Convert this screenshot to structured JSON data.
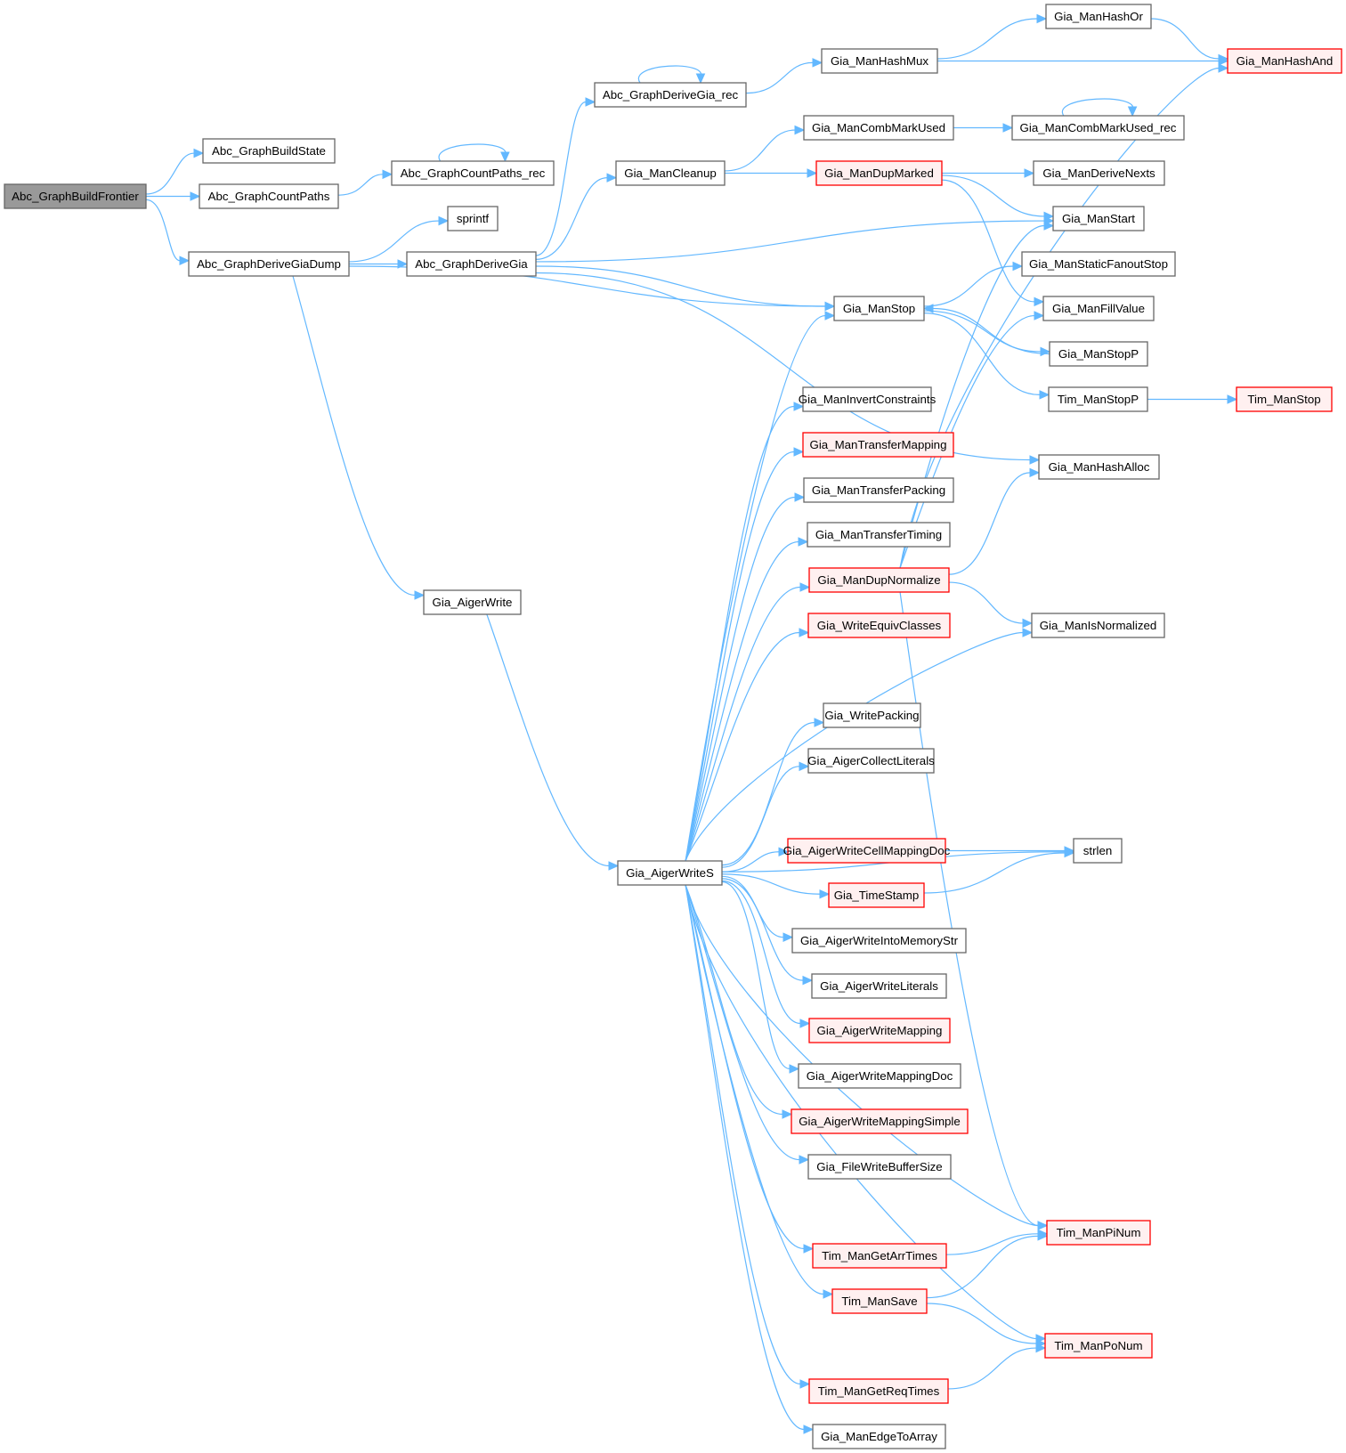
{
  "graph": {
    "title": "Call graph of Abc_GraphBuildFrontier",
    "colors": {
      "edge": "#63b8ff",
      "root_fill": "#999999",
      "root_stroke": "#666666",
      "normal_fill": "#ffffff",
      "normal_stroke": "#666666",
      "truncated_fill": "#fff0f0",
      "truncated_stroke": "#ff0000"
    },
    "nodes": [
      {
        "id": "Abc_GraphBuildFrontier",
        "label": "Abc_GraphBuildFrontier",
        "kind": "root"
      },
      {
        "id": "Abc_GraphBuildState",
        "label": "Abc_GraphBuildState",
        "kind": "normal"
      },
      {
        "id": "Abc_GraphCountPaths",
        "label": "Abc_GraphCountPaths",
        "kind": "normal"
      },
      {
        "id": "Abc_GraphCountPaths_rec",
        "label": "Abc_GraphCountPaths_rec",
        "kind": "normal"
      },
      {
        "id": "Abc_GraphDeriveGiaDump",
        "label": "Abc_GraphDeriveGiaDump",
        "kind": "normal"
      },
      {
        "id": "sprintf",
        "label": "sprintf",
        "kind": "normal"
      },
      {
        "id": "Abc_GraphDeriveGia",
        "label": "Abc_GraphDeriveGia",
        "kind": "normal"
      },
      {
        "id": "Abc_GraphDeriveGia_rec",
        "label": "Abc_GraphDeriveGia_rec",
        "kind": "normal"
      },
      {
        "id": "Gia_ManHashMux",
        "label": "Gia_ManHashMux",
        "kind": "normal"
      },
      {
        "id": "Gia_ManHashOr",
        "label": "Gia_ManHashOr",
        "kind": "normal"
      },
      {
        "id": "Gia_ManHashAnd",
        "label": "Gia_ManHashAnd",
        "kind": "truncated"
      },
      {
        "id": "Gia_ManCleanup",
        "label": "Gia_ManCleanup",
        "kind": "normal"
      },
      {
        "id": "Gia_ManCombMarkUsed",
        "label": "Gia_ManCombMarkUsed",
        "kind": "normal"
      },
      {
        "id": "Gia_ManCombMarkUsed_rec",
        "label": "Gia_ManCombMarkUsed_rec",
        "kind": "normal"
      },
      {
        "id": "Gia_ManDupMarked",
        "label": "Gia_ManDupMarked",
        "kind": "truncated"
      },
      {
        "id": "Gia_ManDeriveNexts",
        "label": "Gia_ManDeriveNexts",
        "kind": "normal"
      },
      {
        "id": "Gia_ManStart",
        "label": "Gia_ManStart",
        "kind": "normal"
      },
      {
        "id": "Gia_ManStaticFanoutStop",
        "label": "Gia_ManStaticFanoutStop",
        "kind": "normal"
      },
      {
        "id": "Gia_ManStop",
        "label": "Gia_ManStop",
        "kind": "normal"
      },
      {
        "id": "Gia_ManFillValue",
        "label": "Gia_ManFillValue",
        "kind": "normal"
      },
      {
        "id": "Gia_ManStopP",
        "label": "Gia_ManStopP",
        "kind": "normal"
      },
      {
        "id": "Tim_ManStopP",
        "label": "Tim_ManStopP",
        "kind": "normal"
      },
      {
        "id": "Tim_ManStop",
        "label": "Tim_ManStop",
        "kind": "truncated"
      },
      {
        "id": "Gia_ManHashAlloc",
        "label": "Gia_ManHashAlloc",
        "kind": "normal"
      },
      {
        "id": "Gia_AigerWrite",
        "label": "Gia_AigerWrite",
        "kind": "normal"
      },
      {
        "id": "Gia_AigerWriteS",
        "label": "Gia_AigerWriteS",
        "kind": "normal"
      },
      {
        "id": "Gia_ManInvertConstraints",
        "label": "Gia_ManInvertConstraints",
        "kind": "normal"
      },
      {
        "id": "Gia_ManTransferMapping",
        "label": "Gia_ManTransferMapping",
        "kind": "truncated"
      },
      {
        "id": "Gia_ManTransferPacking",
        "label": "Gia_ManTransferPacking",
        "kind": "normal"
      },
      {
        "id": "Gia_ManTransferTiming",
        "label": "Gia_ManTransferTiming",
        "kind": "normal"
      },
      {
        "id": "Gia_ManDupNormalize",
        "label": "Gia_ManDupNormalize",
        "kind": "truncated"
      },
      {
        "id": "Gia_WriteEquivClasses",
        "label": "Gia_WriteEquivClasses",
        "kind": "truncated"
      },
      {
        "id": "Gia_ManIsNormalized",
        "label": "Gia_ManIsNormalized",
        "kind": "normal"
      },
      {
        "id": "Gia_WritePacking",
        "label": "Gia_WritePacking",
        "kind": "normal"
      },
      {
        "id": "Gia_AigerCollectLiterals",
        "label": "Gia_AigerCollectLiterals",
        "kind": "normal"
      },
      {
        "id": "Gia_AigerWriteCellMappingDoc",
        "label": "Gia_AigerWriteCellMappingDoc",
        "kind": "truncated"
      },
      {
        "id": "strlen",
        "label": "strlen",
        "kind": "normal"
      },
      {
        "id": "Gia_TimeStamp",
        "label": "Gia_TimeStamp",
        "kind": "truncated"
      },
      {
        "id": "Gia_AigerWriteIntoMemoryStr",
        "label": "Gia_AigerWriteIntoMemoryStr",
        "kind": "normal"
      },
      {
        "id": "Gia_AigerWriteLiterals",
        "label": "Gia_AigerWriteLiterals",
        "kind": "normal"
      },
      {
        "id": "Gia_AigerWriteMapping",
        "label": "Gia_AigerWriteMapping",
        "kind": "truncated"
      },
      {
        "id": "Gia_AigerWriteMappingDoc",
        "label": "Gia_AigerWriteMappingDoc",
        "kind": "normal"
      },
      {
        "id": "Gia_AigerWriteMappingSimple",
        "label": "Gia_AigerWriteMappingSimple",
        "kind": "truncated"
      },
      {
        "id": "Gia_FileWriteBufferSize",
        "label": "Gia_FileWriteBufferSize",
        "kind": "normal"
      },
      {
        "id": "Tim_ManPiNum",
        "label": "Tim_ManPiNum",
        "kind": "truncated"
      },
      {
        "id": "Tim_ManGetArrTimes",
        "label": "Tim_ManGetArrTimes",
        "kind": "truncated"
      },
      {
        "id": "Tim_ManSave",
        "label": "Tim_ManSave",
        "kind": "truncated"
      },
      {
        "id": "Tim_ManPoNum",
        "label": "Tim_ManPoNum",
        "kind": "truncated"
      },
      {
        "id": "Tim_ManGetReqTimes",
        "label": "Tim_ManGetReqTimes",
        "kind": "truncated"
      },
      {
        "id": "Gia_ManEdgeToArray",
        "label": "Gia_ManEdgeToArray",
        "kind": "normal"
      }
    ],
    "edges": [
      [
        "Abc_GraphBuildFrontier",
        "Abc_GraphBuildState"
      ],
      [
        "Abc_GraphBuildFrontier",
        "Abc_GraphCountPaths"
      ],
      [
        "Abc_GraphBuildFrontier",
        "Abc_GraphDeriveGiaDump"
      ],
      [
        "Abc_GraphCountPaths",
        "Abc_GraphCountPaths_rec"
      ],
      [
        "Abc_GraphCountPaths_rec",
        "Abc_GraphCountPaths_rec"
      ],
      [
        "Abc_GraphDeriveGiaDump",
        "sprintf"
      ],
      [
        "Abc_GraphDeriveGiaDump",
        "Abc_GraphDeriveGia"
      ],
      [
        "Abc_GraphDeriveGiaDump",
        "Gia_ManStop"
      ],
      [
        "Abc_GraphDeriveGiaDump",
        "Gia_AigerWrite"
      ],
      [
        "Abc_GraphDeriveGia",
        "Abc_GraphDeriveGia_rec"
      ],
      [
        "Abc_GraphDeriveGia",
        "Gia_ManCleanup"
      ],
      [
        "Abc_GraphDeriveGia",
        "Gia_ManStart"
      ],
      [
        "Abc_GraphDeriveGia",
        "Gia_ManStop"
      ],
      [
        "Abc_GraphDeriveGia",
        "Gia_ManHashAlloc"
      ],
      [
        "Abc_GraphDeriveGia_rec",
        "Abc_GraphDeriveGia_rec"
      ],
      [
        "Abc_GraphDeriveGia_rec",
        "Gia_ManHashMux"
      ],
      [
        "Gia_ManHashMux",
        "Gia_ManHashOr"
      ],
      [
        "Gia_ManHashMux",
        "Gia_ManHashAnd"
      ],
      [
        "Gia_ManHashOr",
        "Gia_ManHashAnd"
      ],
      [
        "Gia_ManCleanup",
        "Gia_ManCombMarkUsed"
      ],
      [
        "Gia_ManCleanup",
        "Gia_ManDupMarked"
      ],
      [
        "Gia_ManCombMarkUsed",
        "Gia_ManCombMarkUsed_rec"
      ],
      [
        "Gia_ManCombMarkUsed_rec",
        "Gia_ManCombMarkUsed_rec"
      ],
      [
        "Gia_ManDupMarked",
        "Gia_ManDeriveNexts"
      ],
      [
        "Gia_ManDupMarked",
        "Gia_ManStart"
      ],
      [
        "Gia_ManDupMarked",
        "Gia_ManFillValue"
      ],
      [
        "Gia_ManStop",
        "Gia_ManStaticFanoutStop"
      ],
      [
        "Gia_ManStop",
        "Gia_ManStopP"
      ],
      [
        "Gia_ManStop",
        "Tim_ManStopP"
      ],
      [
        "Gia_ManStopP",
        "Gia_ManStop"
      ],
      [
        "Tim_ManStopP",
        "Tim_ManStop"
      ],
      [
        "Gia_AigerWrite",
        "Gia_AigerWriteS"
      ],
      [
        "Gia_AigerWriteS",
        "Gia_ManStop"
      ],
      [
        "Gia_AigerWriteS",
        "Gia_ManInvertConstraints"
      ],
      [
        "Gia_AigerWriteS",
        "Gia_ManTransferMapping"
      ],
      [
        "Gia_AigerWriteS",
        "Gia_ManTransferPacking"
      ],
      [
        "Gia_AigerWriteS",
        "Gia_ManTransferTiming"
      ],
      [
        "Gia_AigerWriteS",
        "Gia_ManDupNormalize"
      ],
      [
        "Gia_AigerWriteS",
        "Gia_WriteEquivClasses"
      ],
      [
        "Gia_AigerWriteS",
        "Gia_ManIsNormalized"
      ],
      [
        "Gia_AigerWriteS",
        "Gia_WritePacking"
      ],
      [
        "Gia_AigerWriteS",
        "Gia_AigerCollectLiterals"
      ],
      [
        "Gia_AigerWriteS",
        "strlen"
      ],
      [
        "Gia_AigerWriteS",
        "Gia_AigerWriteCellMappingDoc"
      ],
      [
        "Gia_AigerWriteS",
        "Gia_TimeStamp"
      ],
      [
        "Gia_AigerWriteS",
        "Gia_AigerWriteIntoMemoryStr"
      ],
      [
        "Gia_AigerWriteS",
        "Gia_AigerWriteLiterals"
      ],
      [
        "Gia_AigerWriteS",
        "Gia_AigerWriteMapping"
      ],
      [
        "Gia_AigerWriteS",
        "Gia_AigerWriteMappingDoc"
      ],
      [
        "Gia_AigerWriteS",
        "Gia_AigerWriteMappingSimple"
      ],
      [
        "Gia_AigerWriteS",
        "Gia_FileWriteBufferSize"
      ],
      [
        "Gia_AigerWriteS",
        "Tim_ManPiNum"
      ],
      [
        "Gia_AigerWriteS",
        "Tim_ManGetArrTimes"
      ],
      [
        "Gia_AigerWriteS",
        "Tim_ManSave"
      ],
      [
        "Gia_AigerWriteS",
        "Tim_ManPoNum"
      ],
      [
        "Gia_AigerWriteS",
        "Tim_ManGetReqTimes"
      ],
      [
        "Gia_AigerWriteS",
        "Gia_ManEdgeToArray"
      ],
      [
        "Gia_ManDupNormalize",
        "Gia_ManStart"
      ],
      [
        "Gia_ManDupNormalize",
        "Gia_ManFillValue"
      ],
      [
        "Gia_ManDupNormalize",
        "Gia_ManHashAlloc"
      ],
      [
        "Gia_ManDupNormalize",
        "Gia_ManHashAnd"
      ],
      [
        "Gia_ManDupNormalize",
        "Gia_ManIsNormalized"
      ],
      [
        "Gia_ManDupNormalize",
        "Tim_ManPiNum"
      ],
      [
        "Gia_AigerWriteCellMappingDoc",
        "strlen"
      ],
      [
        "Gia_TimeStamp",
        "strlen"
      ],
      [
        "Tim_ManGetArrTimes",
        "Tim_ManPiNum"
      ],
      [
        "Tim_ManSave",
        "Tim_ManPiNum"
      ],
      [
        "Tim_ManSave",
        "Tim_ManPoNum"
      ],
      [
        "Tim_ManGetReqTimes",
        "Tim_ManPoNum"
      ]
    ]
  }
}
